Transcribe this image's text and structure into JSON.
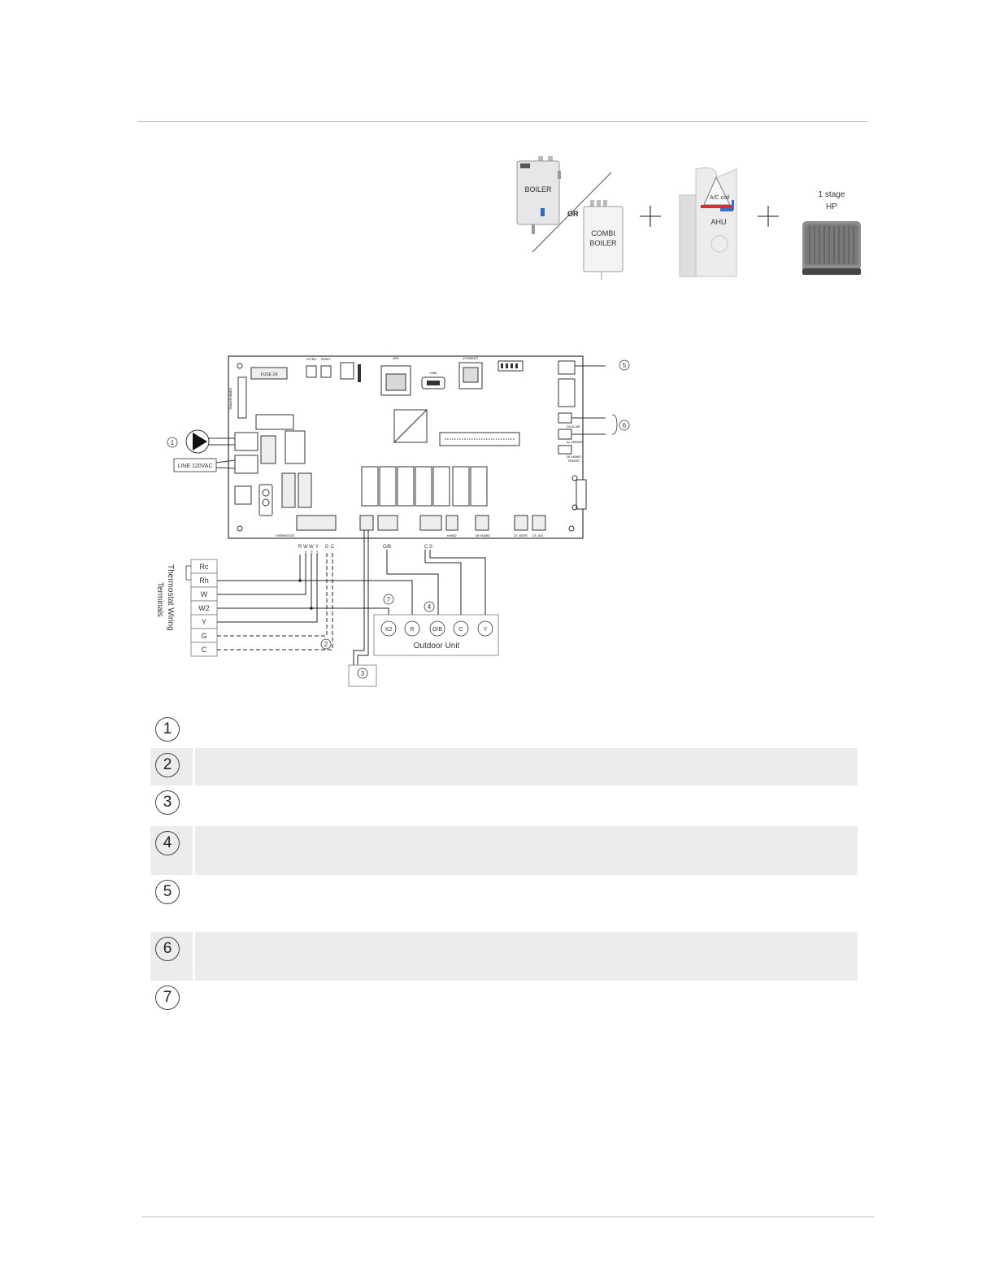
{
  "systems": {
    "boiler_label": "BOILER",
    "or_label": "OR",
    "combi_line1": "COMBI",
    "combi_line2": "BOILER",
    "plus": "+",
    "ac_coil_label": "A/C coil",
    "ahu_label": "AHU",
    "hp_line1": "1 stage",
    "hp_line2": "HP"
  },
  "wiring": {
    "line_label": "LINE 120VAC",
    "callouts": [
      "1",
      "2",
      "3",
      "4",
      "5",
      "6",
      "7"
    ],
    "thermostat_title_line1": "Thermostat Wiring",
    "thermostat_title_line2": "Terminals",
    "thermostat_terminals": [
      "Rc",
      "Rh",
      "W",
      "W2",
      "Y",
      "G",
      "C"
    ],
    "board_terminal_letters": [
      "R",
      "W",
      "W",
      "Y",
      "G",
      "C"
    ],
    "board_terminal_digits": [
      "1",
      "2",
      "1"
    ],
    "ob_label": "O/B",
    "cs_label": "C S",
    "outdoor_terminals": [
      "X2",
      "R",
      "O/B",
      "C",
      "Y"
    ],
    "outdoor_unit_label": "Outdoor Unit",
    "board_labels": {
      "fuse": "FUSE 2A",
      "attn": "ATTEN",
      "reset": "RESET",
      "wifi": "WIFI",
      "usb": "USB",
      "ethernet": "ETHERNET",
      "transformer": "TRANSFORMER",
      "thermostat": "THERMOSTAT",
      "cool_air": "COOL AIR",
      "ac_freeze": "AC FREEZE",
      "de_humid": "DE-HUMID",
      "freeze": "FREEZE",
      "humid": "HUMID",
      "dehumid": "DE-HUMID",
      "ot_mstr": "OT_MSTR",
      "ot_slv": "OT_SLV"
    }
  },
  "legend": [
    {
      "num": "1"
    },
    {
      "num": "2"
    },
    {
      "num": "3"
    },
    {
      "num": "4"
    },
    {
      "num": "5"
    },
    {
      "num": "6"
    },
    {
      "num": "7"
    }
  ]
}
